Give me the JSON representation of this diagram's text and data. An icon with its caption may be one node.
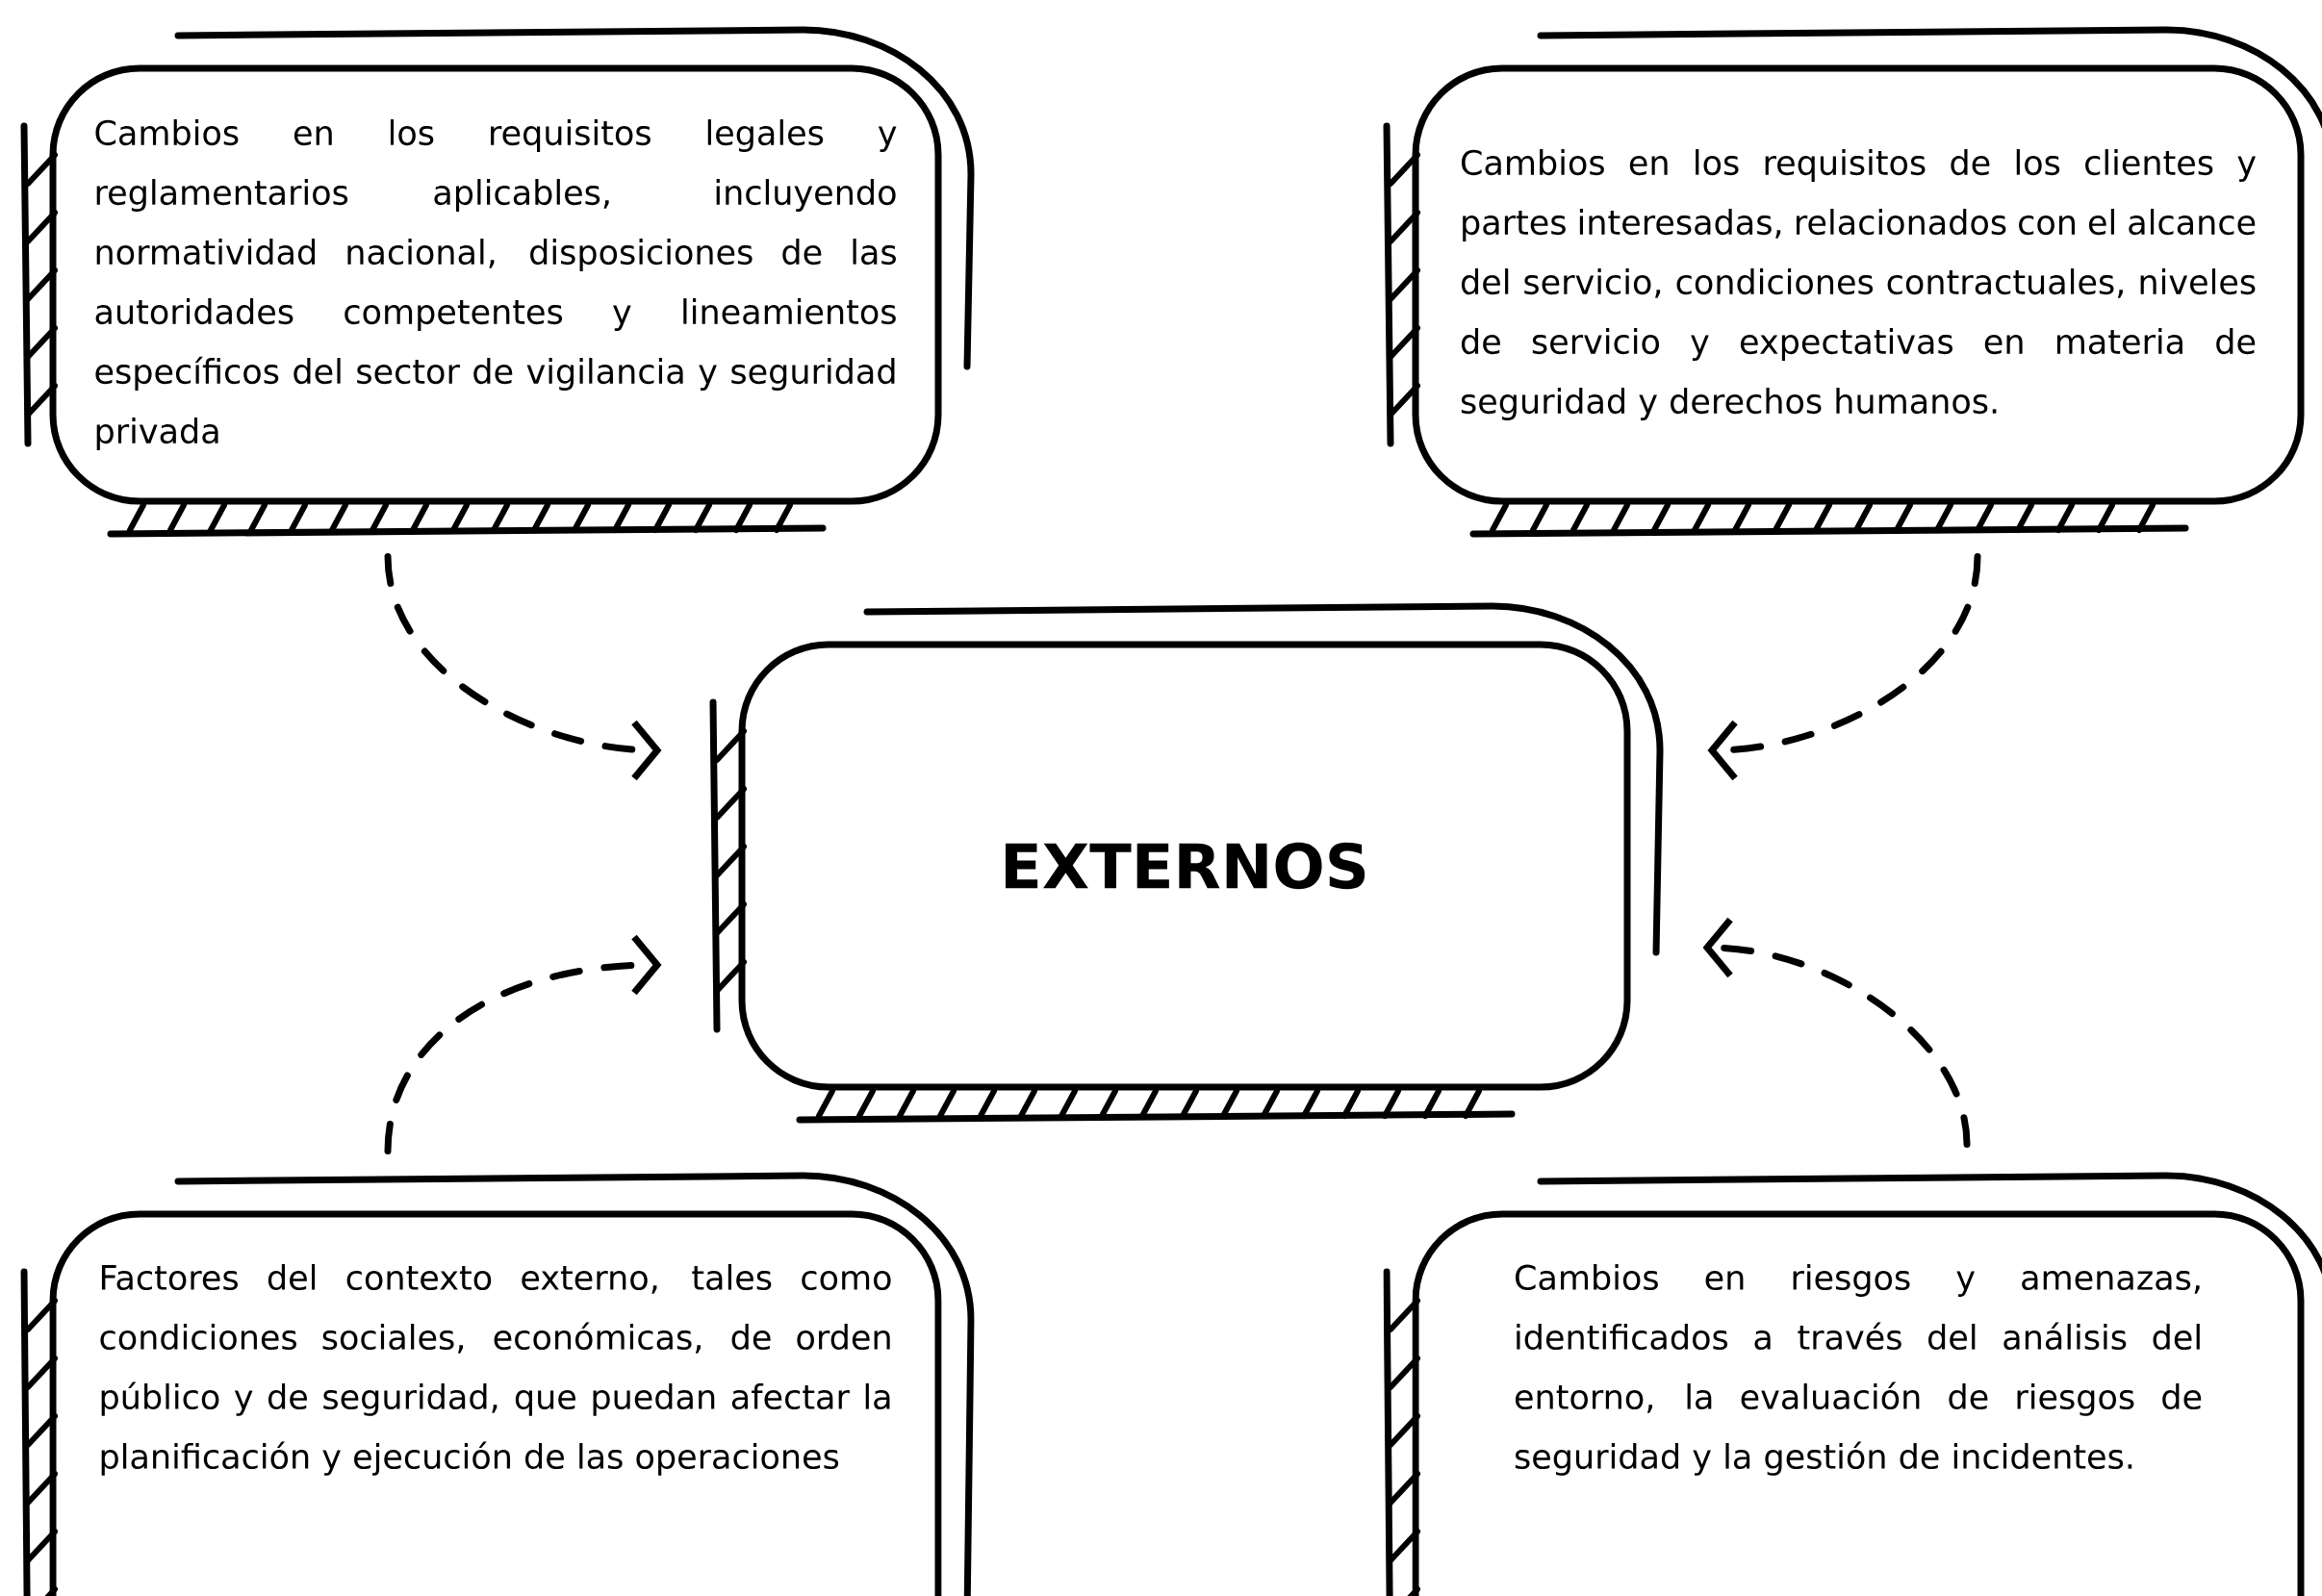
{
  "diagram": {
    "nodes": [
      {
        "text": [
          "Cambios en los requisitos legales y reglamentarios aplicables, incluyendo normatividad nacional, disposiciones de las autoridades competentes y lineamientos específicos del sector de vigilancia y seguridad privada"
        ]
      },
      {
        "text": [
          "Cambios en los requisitos de los clientes y partes interesadas, relacionados con el alcance del servicio, condiciones contractuales, niveles de servicio y expectativas en materia de seguridad y derechos humanos."
        ]
      },
      {
        "text": [
          "EXTERNOS"
        ]
      },
      {
        "text": [
          "Factores del contexto externo, tales como condiciones sociales, económicas, de orden público y de seguridad, que puedan afectar la planificación y ejecución de las operaciones"
        ]
      },
      {
        "text": [
          "Cambios en riesgos y amenazas, identificados a través del análisis del entorno, la evaluación de riesgos de seguridad y la gestión de incidentes."
        ]
      }
    ],
    "edges": [
      {
        "from": 0,
        "to": 2,
        "arrow": "to",
        "style": "dashed"
      },
      {
        "from": 1,
        "to": 2,
        "arrow": "to",
        "style": "dashed"
      },
      {
        "from": 3,
        "to": 2,
        "arrow": "to",
        "style": "dashed"
      },
      {
        "from": 4,
        "to": 2,
        "arrow": "to",
        "style": "dashed"
      }
    ]
  }
}
